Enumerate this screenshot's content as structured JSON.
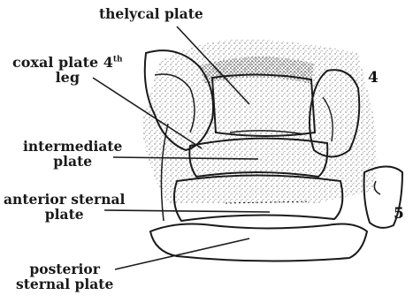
{
  "labels": {
    "thelycal_plate": "thelycal plate",
    "coxal_plate_line1": "coxal plate 4",
    "coxal_plate_sup": "th",
    "coxal_plate_line2": "leg",
    "intermediate_line1": "intermediate",
    "intermediate_line2": "plate",
    "anterior_line1": "anterior sternal",
    "anterior_line2": "plate",
    "posterior_line1": "posterior",
    "posterior_line2": "sternal plate"
  },
  "leg_numbers": {
    "leg_4": "4",
    "leg_5": "5"
  },
  "colors": {
    "ink": "#1a1a1a",
    "stipple": "#6b6b6b",
    "background": "#ffffff"
  }
}
